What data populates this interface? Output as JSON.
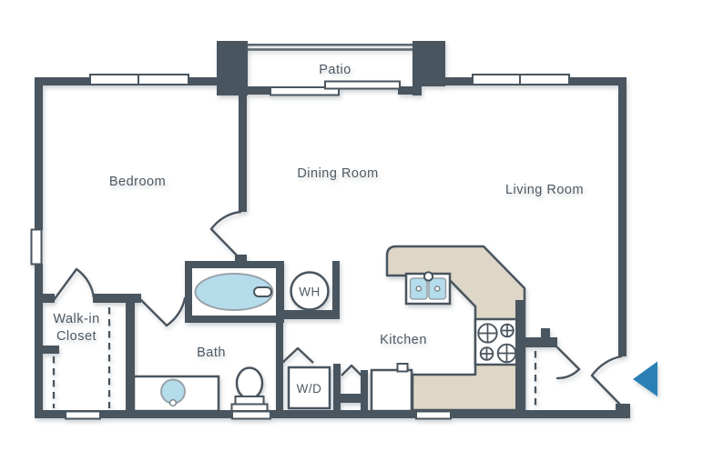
{
  "floorplan": {
    "labels": {
      "patio": "Patio",
      "bedroom": "Bedroom",
      "dining": "Dining Room",
      "living": "Living Room",
      "walkin_line1": "Walk-in",
      "walkin_line2": "Closet",
      "bath": "Bath",
      "kitchen": "Kitchen",
      "water_heater": "WH",
      "washer_dryer": "W/D"
    },
    "colors": {
      "wall": "#4a545e",
      "rail": "#5d6771",
      "counter_fill": "#ded6c6",
      "counter_border": "#4a545e",
      "fixture_blue": "#b5dcea",
      "fixture_blue_border": "#98a2aa",
      "entry_marker": "#2a80b5",
      "label": "#4e5963"
    }
  }
}
